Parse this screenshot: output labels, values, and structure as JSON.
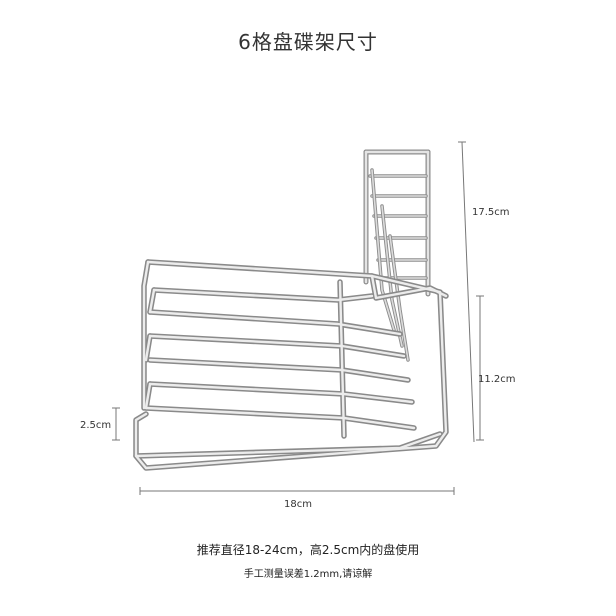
{
  "header": {
    "title": "6格盘碟架尺寸"
  },
  "dimensions": {
    "height_total": "17.5cm",
    "height_base": "11.2cm",
    "slot_height": "2.5cm",
    "width": "18cm"
  },
  "notes": {
    "recommendation": "推荐直径18-24cm，高2.5cm内的盘使用",
    "tolerance": "手工测量误差1.2mm,请谅解"
  },
  "colors": {
    "wire": "#c4c4c4",
    "wire_shadow": "#8a8a8a",
    "dimension_line": "#777777"
  }
}
